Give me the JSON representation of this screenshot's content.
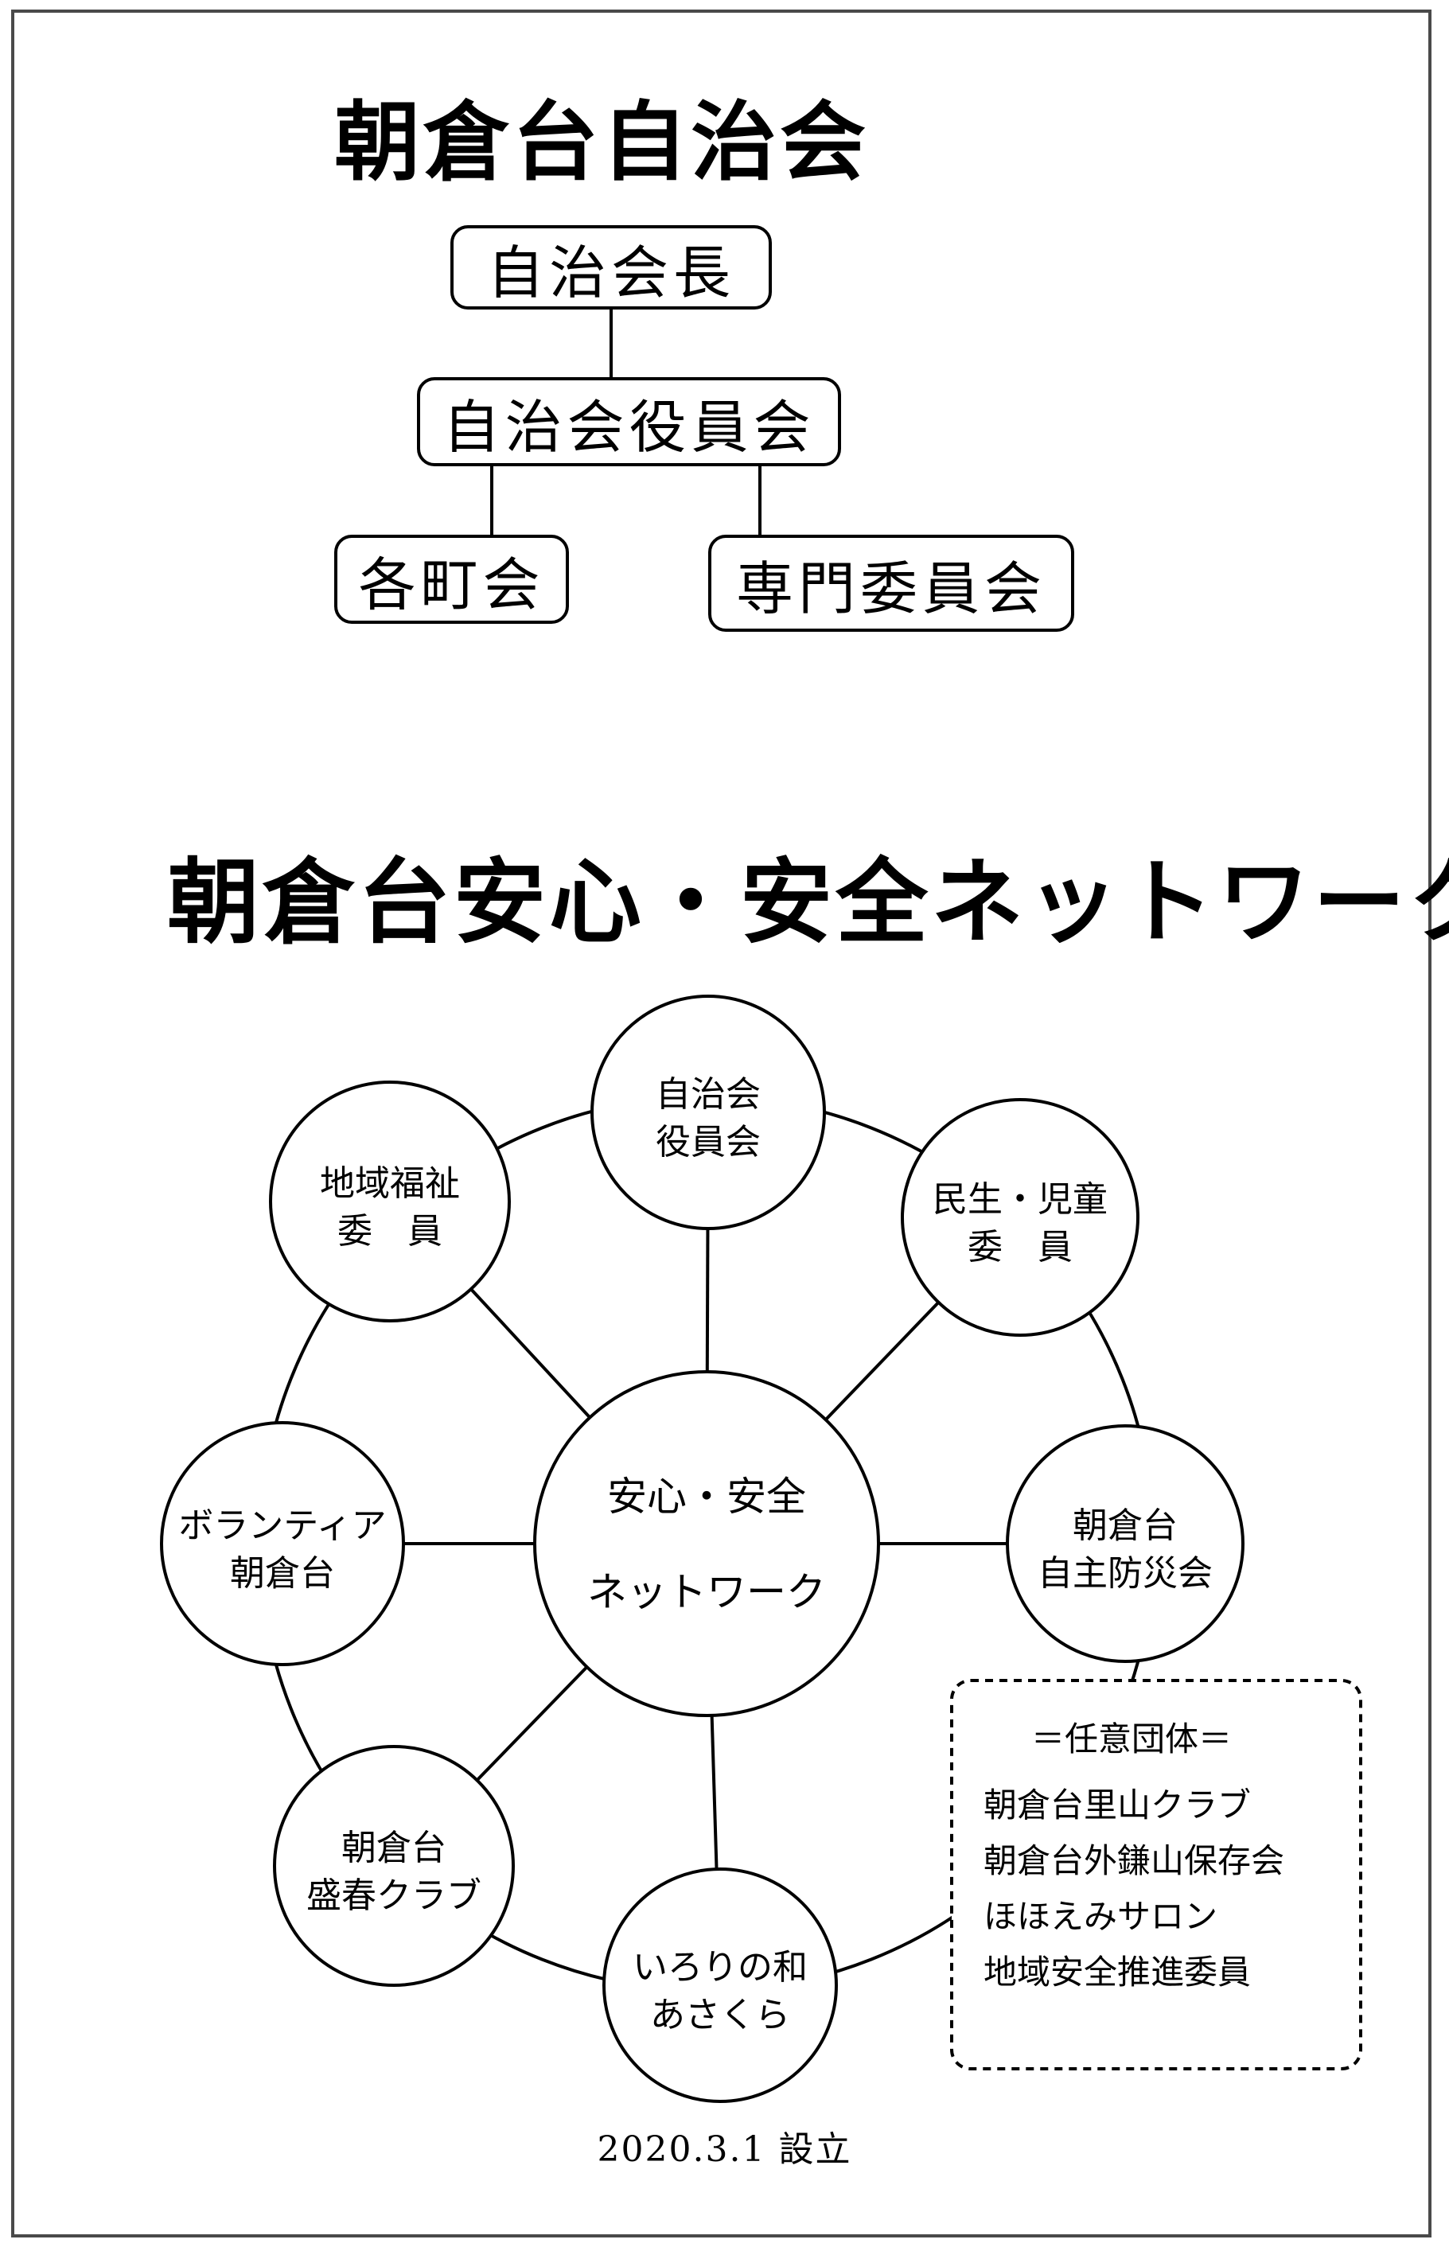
{
  "org_chart": {
    "title": "朝倉台自治会",
    "president": "自治会長",
    "board": "自治会役員会",
    "town_associations": "各町会",
    "committees": "専門委員会"
  },
  "network": {
    "title": "朝倉台安心・安全ネットワーク",
    "center": [
      "安心・安全",
      "ネットワーク"
    ],
    "nodes": [
      [
        "自治会",
        "役員会"
      ],
      [
        "民生・児童",
        "委　員"
      ],
      [
        "朝倉台",
        "自主防災会"
      ],
      [
        "いろりの和",
        "あさくら"
      ],
      [
        "朝倉台",
        "盛春クラブ"
      ],
      [
        "ボランティア",
        "朝倉台"
      ],
      [
        "地域福祉",
        "委　員"
      ]
    ],
    "voluntary_groups": {
      "heading": "＝任意団体＝",
      "items": [
        "朝倉台里山クラブ",
        "朝倉台外鎌山保存会",
        "ほほえみサロン",
        "地域安全推進委員"
      ]
    },
    "founded": "2020.3.1 設立"
  }
}
